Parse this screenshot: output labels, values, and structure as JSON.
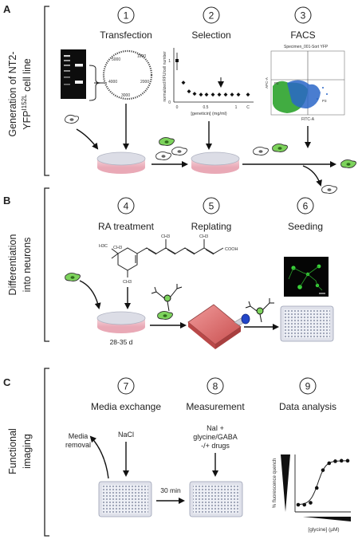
{
  "panels": {
    "A": {
      "letter": "A",
      "side_title_line1": "Generation of NT2-",
      "side_title_line2_main": "YFP",
      "side_title_line2_sup": "I152L",
      "side_title_line2_rest": " cell line",
      "steps": [
        {
          "num": "1",
          "label": "Transfection"
        },
        {
          "num": "2",
          "label": "Selection"
        },
        {
          "num": "3",
          "label": "FACS"
        }
      ],
      "plasmid_labels": [
        "1000",
        "2000",
        "3000",
        "4000",
        "5000"
      ],
      "selection_plot": {
        "ylabel_line1": "normalized RFU/cell number",
        "xlabel": "[geneticin] (mg/ml)",
        "yticks": [
          "0",
          "1"
        ],
        "xticks": [
          "0",
          "0.5",
          "1",
          "C"
        ]
      },
      "facs_plot": {
        "title": "Specimen_001-Sort YFP",
        "xlabel": "FITC-A",
        "ylabel": "APC-A",
        "gate_labels": [
          "P2",
          "P3"
        ]
      }
    },
    "B": {
      "letter": "B",
      "side_title_line1": "Differentiation",
      "side_title_line2": "into neurons",
      "steps": [
        {
          "num": "4",
          "label": "RA treatment"
        },
        {
          "num": "5",
          "label": "Replating"
        },
        {
          "num": "6",
          "label": "Seeding"
        }
      ],
      "duration": "28-35 d",
      "molecule_labels": {
        "h3c_a": "H3C",
        "ch3_a": "CH3",
        "ch3_b": "CH3",
        "ch3_c": "CH3",
        "ch3_d": "CH3",
        "cooh": "COOH"
      }
    },
    "C": {
      "letter": "C",
      "side_title_line1": "Functional",
      "side_title_line2": "imaging",
      "steps": [
        {
          "num": "7",
          "label": "Media exchange"
        },
        {
          "num": "8",
          "label": "Measurement"
        },
        {
          "num": "9",
          "label": "Data analysis"
        }
      ],
      "media_removal_line1": "Media",
      "media_removal_line2": "removal",
      "nacl": "NaCl",
      "measurement_line1": "NaI +",
      "measurement_line2": "glycine/GABA",
      "measurement_line3": "-/+ drugs",
      "incubation": "30 min",
      "analysis_plot": {
        "ylabel": "% fluorescence quench",
        "xlabel": "[glycine] (µM)"
      }
    }
  },
  "chart_data": {
    "type": "scatter",
    "title": "",
    "xlabel": "[glycine] (µM)",
    "ylabel": "% fluorescence quench",
    "x": [
      1,
      2,
      3,
      4,
      5,
      6,
      7,
      8,
      9
    ],
    "values": [
      0.08,
      0.08,
      0.12,
      0.42,
      0.78,
      0.92,
      0.96,
      0.97,
      0.97
    ],
    "ylim": [
      0,
      1
    ],
    "grid": false
  },
  "colors": {
    "dish_fill": "#f2c7cf",
    "dish_rim": "#dcdde6",
    "cell_green": "#7dd35c",
    "flask_red": "#e06b6b",
    "plate_grey": "#dfe1ea",
    "bracket": "#222222",
    "facs_green": "#2ca32c",
    "facs_blue": "#2a66c8"
  }
}
